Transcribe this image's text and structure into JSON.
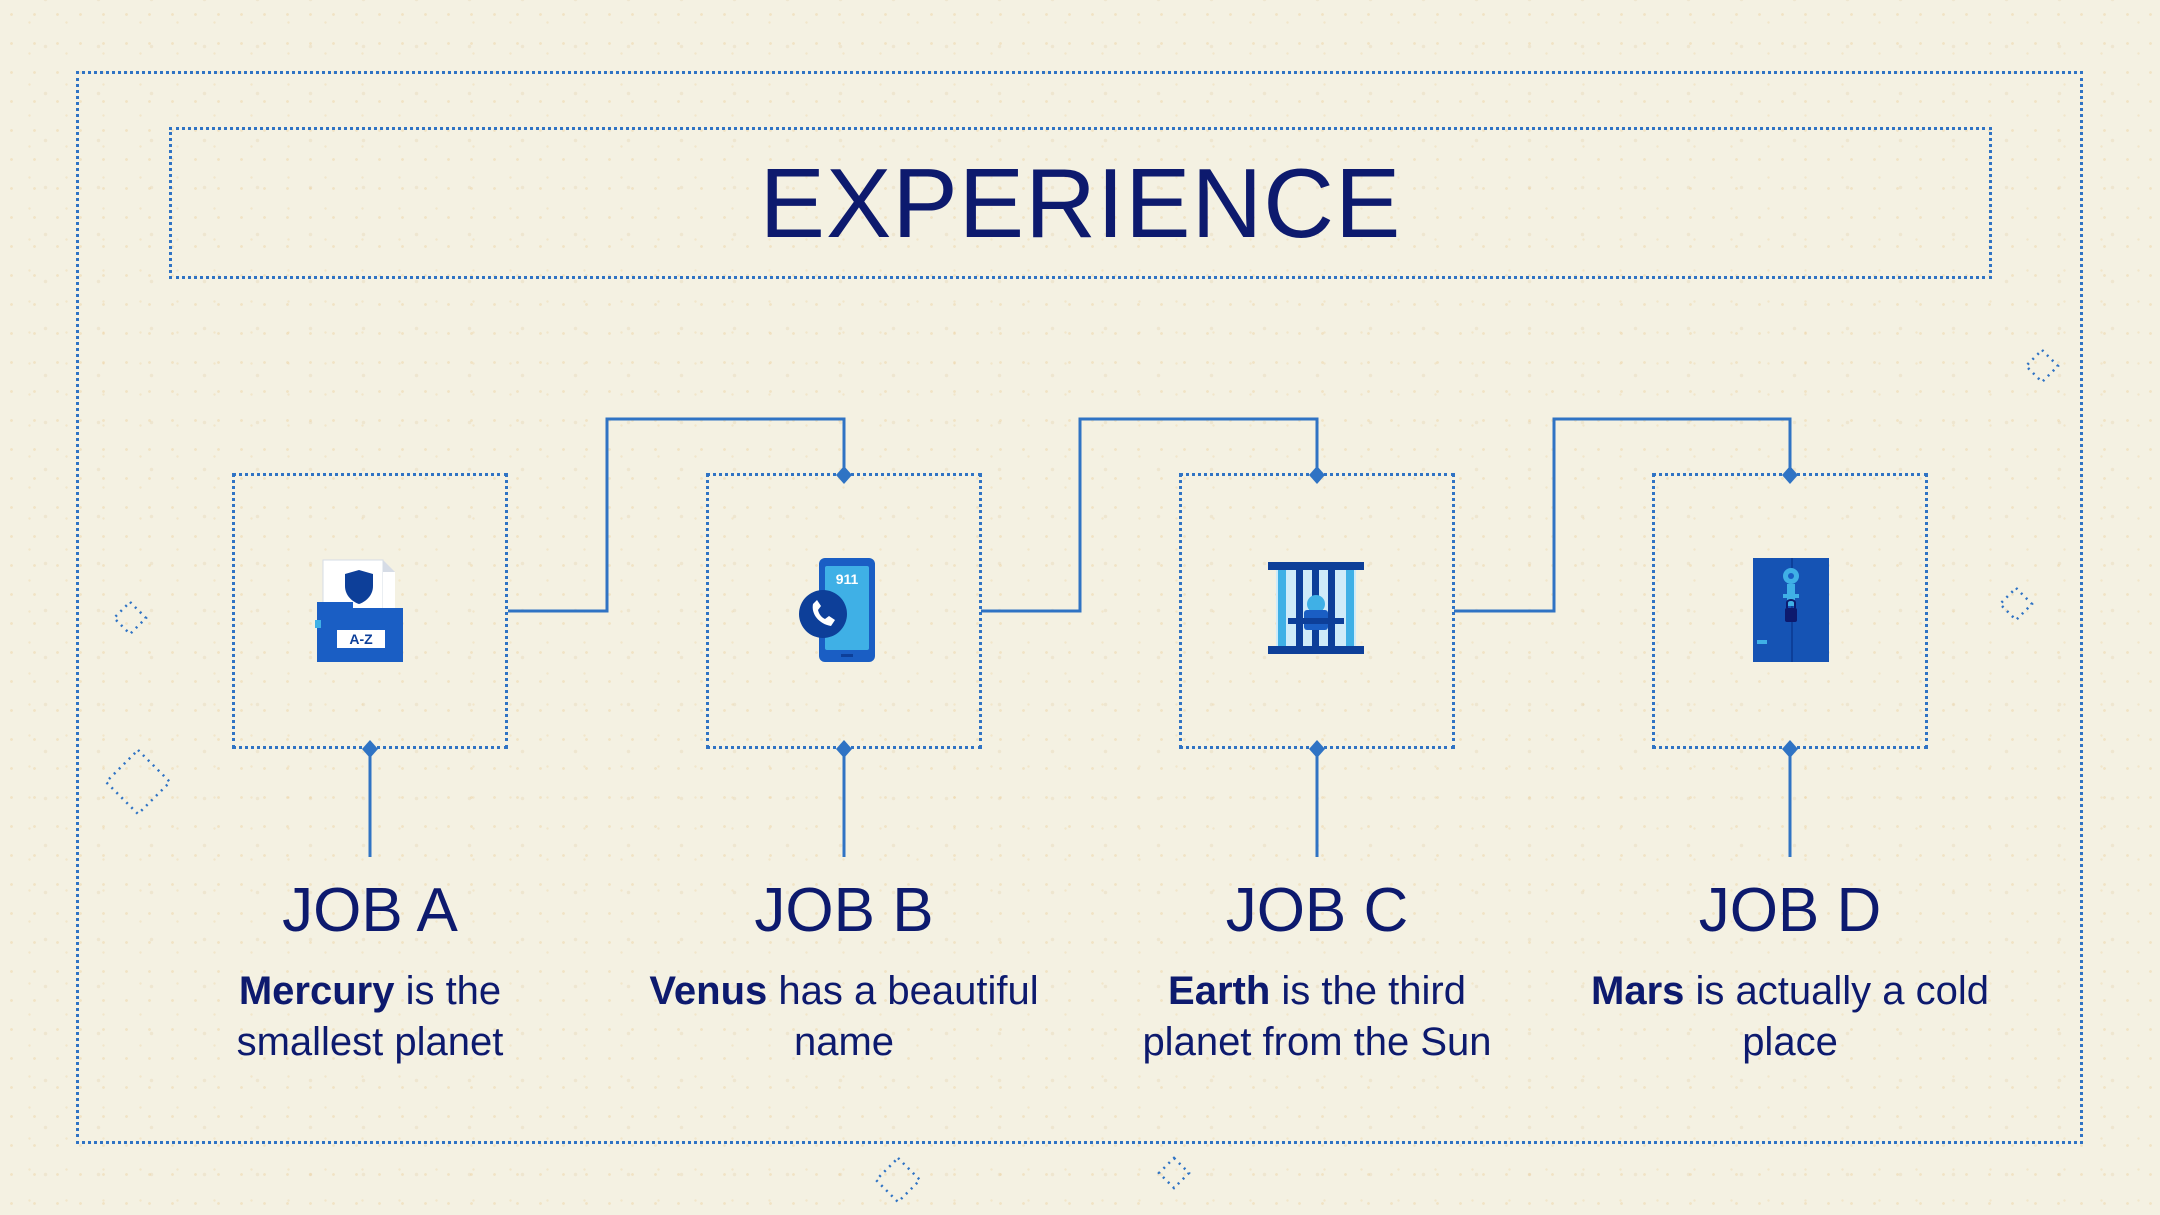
{
  "slide": {
    "title": "EXPERIENCE"
  },
  "jobs": [
    {
      "title": "JOB A",
      "highlight": "Mercury",
      "rest": " is the smallest planet",
      "icon": "police-file-icon"
    },
    {
      "title": "JOB B",
      "highlight": "Venus",
      "rest": " has a beautiful name",
      "icon": "emergency-phone-icon"
    },
    {
      "title": "JOB C",
      "highlight": "Earth",
      "rest": " is the third planet from the Sun",
      "icon": "jail-cell-icon"
    },
    {
      "title": "JOB D",
      "highlight": "Mars",
      "rest": " is actually a cold place",
      "icon": "locker-icon"
    }
  ],
  "colors": {
    "background": "#f4f1e2",
    "text": "#0d1a6e",
    "accent": "#2f73c4",
    "icon_dark": "#0d3f99",
    "icon_light": "#3fb0e6"
  }
}
